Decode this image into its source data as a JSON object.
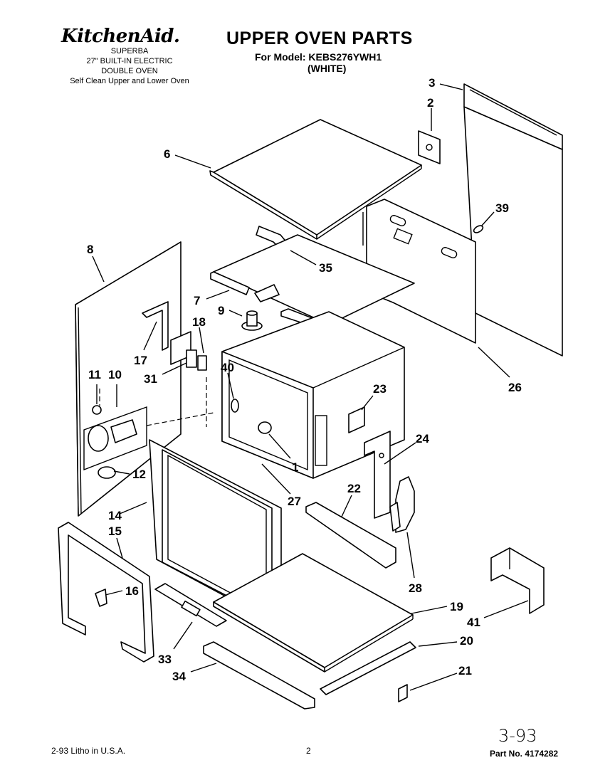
{
  "header": {
    "brand": "KitchenAid.",
    "title": "UPPER OVEN PARTS",
    "model_line": "For Model: KEBS276YWH1",
    "color": "(WHITE)",
    "sub1": "SUPERBA",
    "sub2": "27\" BUILT-IN ELECTRIC",
    "sub3": "DOUBLE OVEN",
    "sub4": "Self Clean Upper and Lower Oven"
  },
  "footer": {
    "litho": "2-93  Litho in U.S.A.",
    "page": "2",
    "handwritten": "3-93",
    "part_no": "Part No. 4174282"
  },
  "callouts": [
    "3",
    "2",
    "6",
    "39",
    "8",
    "35",
    "7",
    "9",
    "18",
    "17",
    "31",
    "11",
    "10",
    "40",
    "23",
    "26",
    "1",
    "12",
    "27",
    "24",
    "22",
    "14",
    "15",
    "16",
    "28",
    "19",
    "41",
    "33",
    "20",
    "34",
    "21"
  ]
}
